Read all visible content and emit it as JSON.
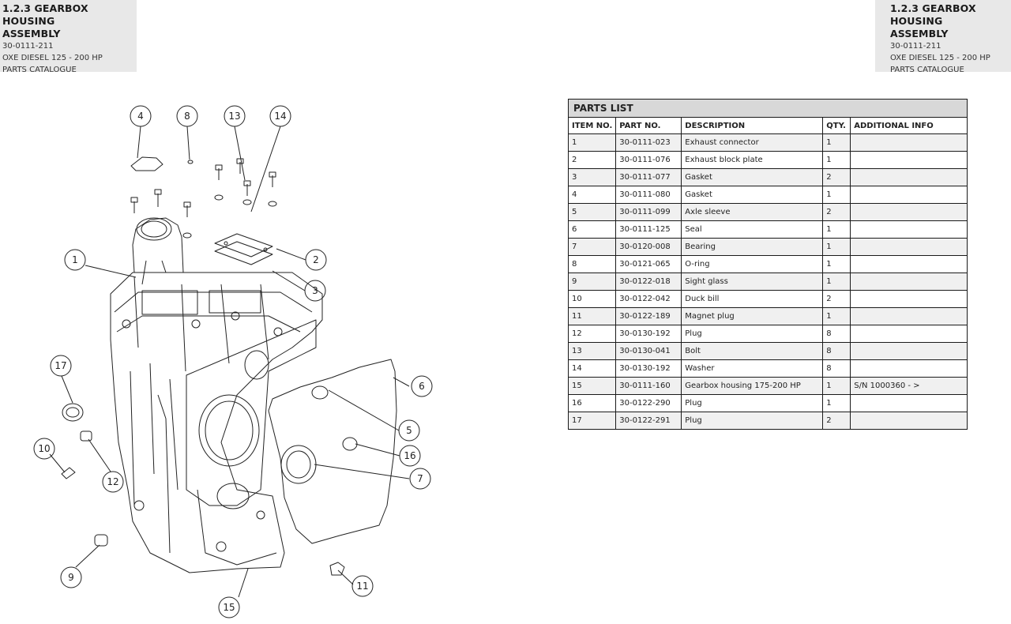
{
  "header": {
    "title": "1.2.3 GEARBOX HOUSING ASSEMBLY",
    "title_line1": "1.2.3 GEARBOX HOUSING",
    "title_line2": "ASSEMBLY",
    "doc_number": "30-0111-211",
    "product": "OXE DIESEL 125 - 200 HP",
    "catalogue": "PARTS CATALOGUE"
  },
  "parts_list": {
    "title": "PARTS LIST",
    "columns": [
      "ITEM NO.",
      "PART NO.",
      "DESCRIPTION",
      "QTY.",
      "ADDITIONAL INFO"
    ],
    "rows": [
      {
        "item": "1",
        "part": "30-0111-023",
        "description": "Exhaust connector",
        "qty": "1",
        "info": ""
      },
      {
        "item": "2",
        "part": "30-0111-076",
        "description": "Exhaust block plate",
        "qty": "1",
        "info": ""
      },
      {
        "item": "3",
        "part": "30-0111-077",
        "description": "Gasket",
        "qty": "2",
        "info": ""
      },
      {
        "item": "4",
        "part": "30-0111-080",
        "description": "Gasket",
        "qty": "1",
        "info": ""
      },
      {
        "item": "5",
        "part": "30-0111-099",
        "description": "Axle sleeve",
        "qty": "2",
        "info": ""
      },
      {
        "item": "6",
        "part": "30-0111-125",
        "description": "Seal",
        "qty": "1",
        "info": ""
      },
      {
        "item": "7",
        "part": "30-0120-008",
        "description": "Bearing",
        "qty": "1",
        "info": ""
      },
      {
        "item": "8",
        "part": "30-0121-065",
        "description": "O-ring",
        "qty": "1",
        "info": ""
      },
      {
        "item": "9",
        "part": "30-0122-018",
        "description": "Sight glass",
        "qty": "1",
        "info": ""
      },
      {
        "item": "10",
        "part": "30-0122-042",
        "description": "Duck bill",
        "qty": "2",
        "info": ""
      },
      {
        "item": "11",
        "part": "30-0122-189",
        "description": "Magnet plug",
        "qty": "1",
        "info": ""
      },
      {
        "item": "12",
        "part": "30-0130-192",
        "description": "Plug",
        "qty": "8",
        "info": ""
      },
      {
        "item": "13",
        "part": "30-0130-041",
        "description": "Bolt",
        "qty": "8",
        "info": ""
      },
      {
        "item": "14",
        "part": "30-0130-192",
        "description": "Washer",
        "qty": "8",
        "info": ""
      },
      {
        "item": "15",
        "part": "30-0111-160",
        "description": "Gearbox housing 175-200 HP",
        "qty": "1",
        "info": "S/N 1000360 - >"
      },
      {
        "item": "16",
        "part": "30-0122-290",
        "description": "Plug",
        "qty": "1",
        "info": ""
      },
      {
        "item": "17",
        "part": "30-0122-291",
        "description": "Plug",
        "qty": "2",
        "info": ""
      }
    ]
  },
  "diagram": {
    "callouts": [
      "1",
      "2",
      "3",
      "4",
      "5",
      "6",
      "7",
      "8",
      "9",
      "10",
      "11",
      "12",
      "13",
      "14",
      "15",
      "16",
      "17"
    ]
  }
}
